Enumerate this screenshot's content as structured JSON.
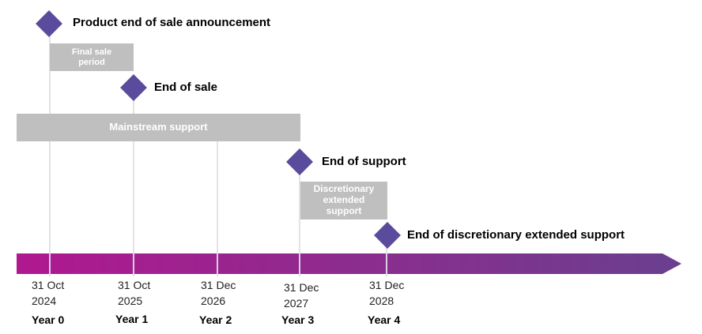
{
  "colors": {
    "milestone": "#5b4b9c",
    "bar": "#bfbfbf",
    "arrow_start": "#b0188f",
    "arrow_end": "#6a3f8f"
  },
  "milestones": {
    "announcement": "Product end of sale announcement",
    "end_of_sale": "End of sale",
    "end_of_support": "End of support",
    "end_of_extended": "End of discretionary extended support"
  },
  "bars": {
    "final_sale": "Final sale period",
    "mainstream": "Mainstream support",
    "discretionary": "Discretionary extended support"
  },
  "timeline": [
    {
      "date_line1": "31 Oct",
      "date_line2": "2024",
      "year": "Year 0"
    },
    {
      "date_line1": "31 Oct",
      "date_line2": "2025",
      "year": "Year 1"
    },
    {
      "date_line1": "31 Dec",
      "date_line2": "2026",
      "year": "Year 2"
    },
    {
      "date_line1": "31 Dec",
      "date_line2": "2027",
      "year": "Year 3"
    },
    {
      "date_line1": "31 Dec",
      "date_line2": "2028",
      "year": "Year 4"
    }
  ]
}
